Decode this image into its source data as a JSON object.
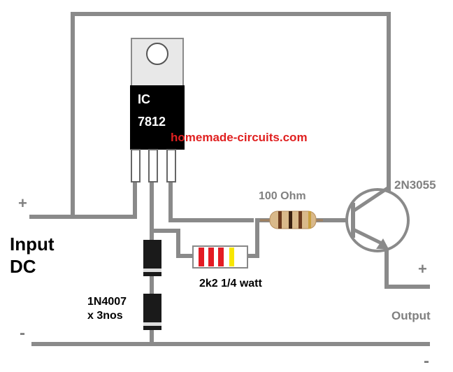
{
  "regulator": {
    "line1": "IC",
    "line2": "7812"
  },
  "watermark": "homemade-circuits.com",
  "transistor_label": "2N3055",
  "base_resistor_label": "100 Ohm",
  "bias_resistor_label": "2k2 1/4 watt",
  "diode_label_line1": "1N4007",
  "diode_label_line2": "x 3nos",
  "input_plus": "+",
  "input_minus": "-",
  "input_label_line1": "Input",
  "input_label_line2": "DC",
  "output_plus": "+",
  "output_minus": "-",
  "output_label": "Output",
  "colors": {
    "wire": "#8a8a8a",
    "ic_body": "#000000",
    "ic_tab": "#e8e8e8",
    "watermark": "#e02020",
    "label_grey": "#808080",
    "resistor_red": "#e31b23",
    "resistor_yellow": "#f7e600",
    "resistor_tan": "#d9b98a",
    "resistor_brown": "#6b3a1e",
    "diode_body": "#1a1a1a"
  }
}
